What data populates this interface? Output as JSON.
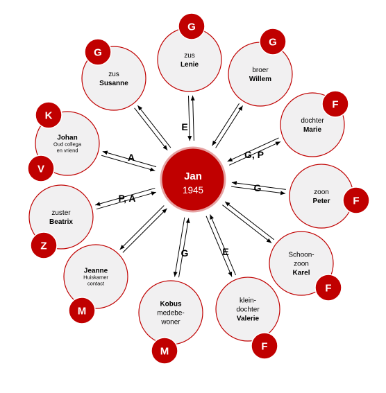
{
  "colors": {
    "accent": "#c00000",
    "node_fill": "#f1f0f1",
    "text": "#000000"
  },
  "center": {
    "name": "Jan",
    "year": "1945"
  },
  "nodes": [
    {
      "id": "lenie",
      "lines": [
        {
          "t": "zus",
          "s": "rel"
        },
        {
          "t": "Lenie",
          "s": "name"
        }
      ],
      "badges": [
        "G"
      ]
    },
    {
      "id": "willem",
      "lines": [
        {
          "t": "broer",
          "s": "rel"
        },
        {
          "t": "Willem",
          "s": "name"
        }
      ],
      "badges": [
        "G"
      ]
    },
    {
      "id": "marie",
      "lines": [
        {
          "t": "dochter",
          "s": "rel"
        },
        {
          "t": "Marie",
          "s": "name"
        }
      ],
      "badges": [
        "F"
      ]
    },
    {
      "id": "peter",
      "lines": [
        {
          "t": "zoon",
          "s": "rel"
        },
        {
          "t": "Peter",
          "s": "name"
        }
      ],
      "badges": [
        "F"
      ]
    },
    {
      "id": "karel",
      "lines": [
        {
          "t": "Schoon-",
          "s": "rel"
        },
        {
          "t": "zoon",
          "s": "rel"
        },
        {
          "t": "Karel",
          "s": "name"
        }
      ],
      "badges": [
        "F"
      ]
    },
    {
      "id": "valerie",
      "lines": [
        {
          "t": "klein-",
          "s": "rel"
        },
        {
          "t": "dochter",
          "s": "rel"
        },
        {
          "t": "Valerie",
          "s": "name"
        }
      ],
      "badges": [
        "F"
      ]
    },
    {
      "id": "kobus",
      "lines": [
        {
          "t": "Kobus",
          "s": "name"
        },
        {
          "t": "medebe-",
          "s": "rel"
        },
        {
          "t": "woner",
          "s": "rel"
        }
      ],
      "badges": [
        "M"
      ]
    },
    {
      "id": "jeanne",
      "lines": [
        {
          "t": "Jeanne",
          "s": "name"
        },
        {
          "t": "Huiskamer",
          "s": "note"
        },
        {
          "t": "contact",
          "s": "note"
        }
      ],
      "badges": [
        "M"
      ]
    },
    {
      "id": "beatrix",
      "lines": [
        {
          "t": "zuster",
          "s": "rel"
        },
        {
          "t": "Beatrix",
          "s": "name"
        }
      ],
      "badges": [
        "Z"
      ]
    },
    {
      "id": "johan",
      "lines": [
        {
          "t": "Johan",
          "s": "name"
        },
        {
          "t": "Oud collega",
          "s": "note"
        },
        {
          "t": "en vriend",
          "s": "note"
        }
      ],
      "badges": [
        "K",
        "V"
      ]
    },
    {
      "id": "susanne",
      "lines": [
        {
          "t": "zus",
          "s": "rel"
        },
        {
          "t": "Susanne",
          "s": "name"
        }
      ],
      "badges": [
        "G"
      ]
    }
  ],
  "edge_labels": [
    {
      "id": "lenie",
      "text": "E"
    },
    {
      "id": "marie",
      "text": "G, P"
    },
    {
      "id": "peter",
      "text": "G"
    },
    {
      "id": "valerie",
      "text": "E"
    },
    {
      "id": "kobus",
      "text": "G"
    },
    {
      "id": "beatrix",
      "text": "P, A"
    },
    {
      "id": "johan",
      "text": "A"
    }
  ]
}
